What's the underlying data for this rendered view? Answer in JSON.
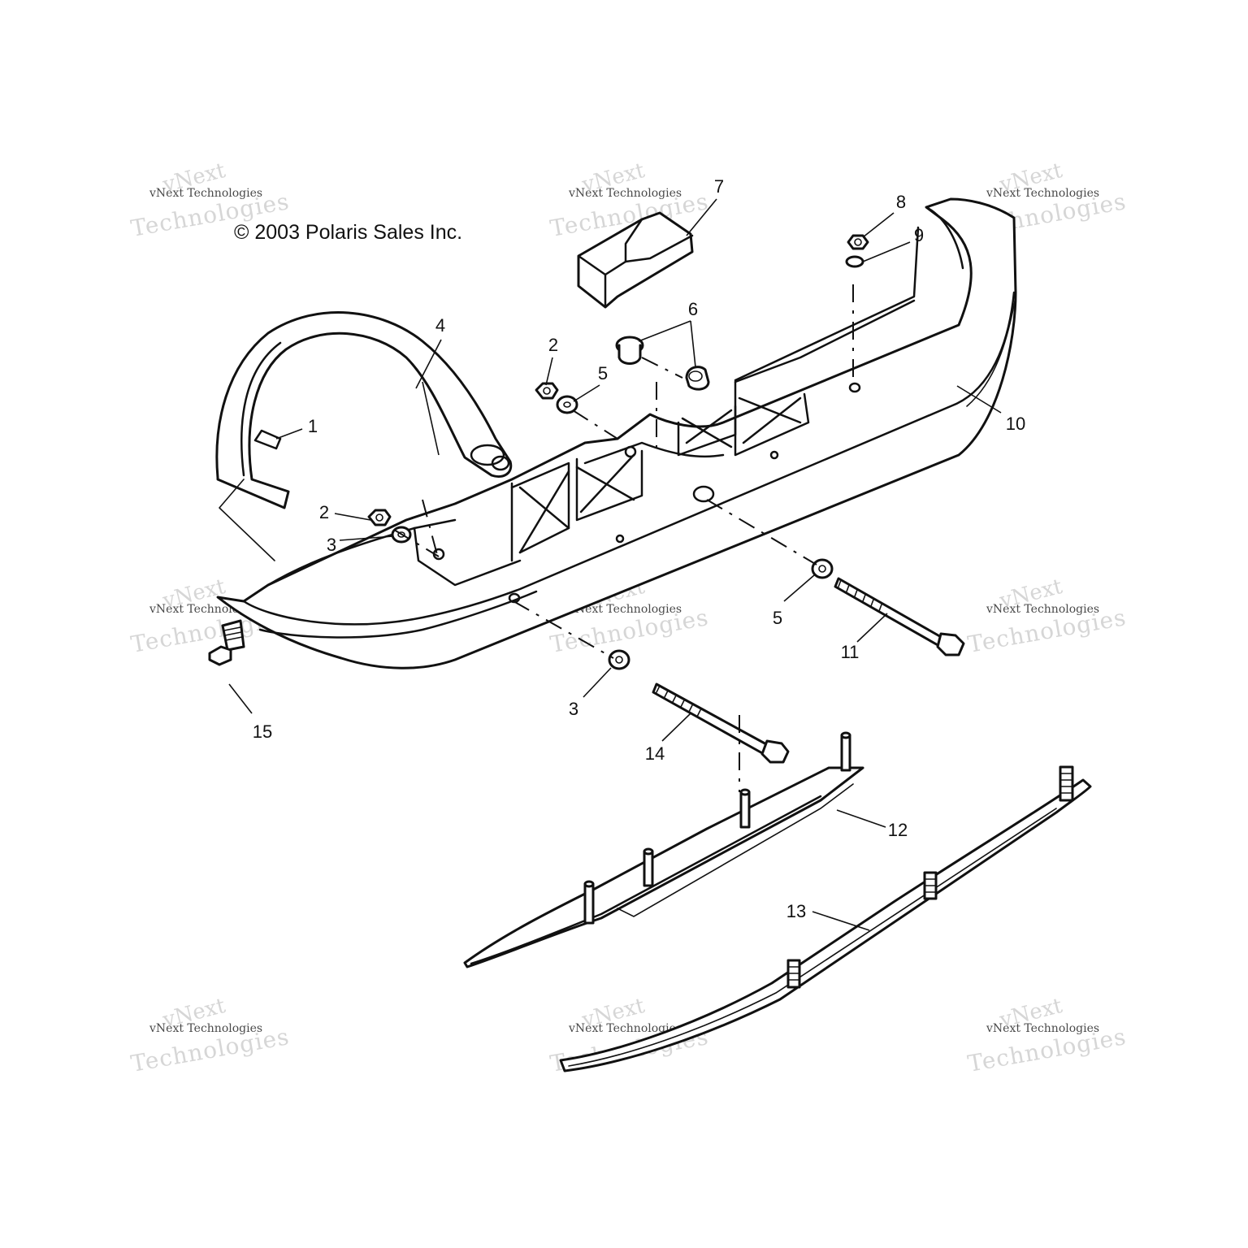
{
  "diagram": {
    "copyright": "© 2003 Polaris Sales Inc.",
    "watermark": {
      "line1": "vNext Technologies",
      "line2": "vNext",
      "line3": "Technologies"
    },
    "callouts": [
      "1",
      "2",
      "2",
      "3",
      "3",
      "4",
      "5",
      "5",
      "6",
      "7",
      "8",
      "9",
      "10",
      "11",
      "12",
      "13",
      "14",
      "15"
    ]
  }
}
